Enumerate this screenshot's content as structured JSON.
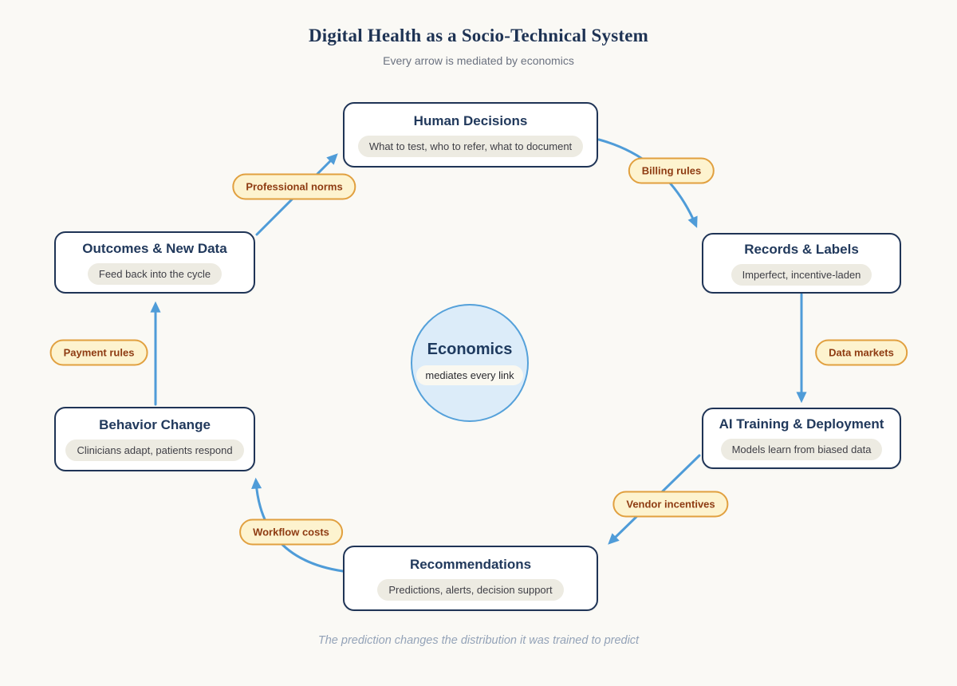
{
  "header": {
    "title": "Digital Health as a Socio-Technical System",
    "subtitle": "Every arrow is mediated by economics"
  },
  "nodes": [
    {
      "id": "human-decisions",
      "title": "Human Decisions",
      "detail": "What to test, who to refer, what to document"
    },
    {
      "id": "records-labels",
      "title": "Records & Labels",
      "detail": "Imperfect, incentive-laden"
    },
    {
      "id": "ai-training",
      "title": "AI Training & Deployment",
      "detail": "Models learn from biased data"
    },
    {
      "id": "recommendations",
      "title": "Recommendations",
      "detail": "Predictions, alerts, decision support"
    },
    {
      "id": "behavior-change",
      "title": "Behavior Change",
      "detail": "Clinicians adapt, patients respond"
    },
    {
      "id": "outcomes-new-data",
      "title": "Outcomes & New Data",
      "detail": "Feed back into the cycle"
    }
  ],
  "edges": [
    {
      "label": "Billing rules",
      "from": "human-decisions",
      "to": "records-labels"
    },
    {
      "label": "Data markets",
      "from": "records-labels",
      "to": "ai-training"
    },
    {
      "label": "Vendor incentives",
      "from": "ai-training",
      "to": "recommendations"
    },
    {
      "label": "Workflow costs",
      "from": "recommendations",
      "to": "behavior-change"
    },
    {
      "label": "Payment rules",
      "from": "behavior-change",
      "to": "outcomes-new-data"
    },
    {
      "label": "Professional norms",
      "from": "outcomes-new-data",
      "to": "human-decisions"
    }
  ],
  "center": {
    "title": "Economics",
    "subtitle": "mediates every link"
  },
  "caption": "The prediction changes the distribution it was trained to predict",
  "colors": {
    "background": "#faf9f5",
    "node_border": "#1f3456",
    "node_title": "#21395c",
    "node_pill_bg": "#edebe2",
    "arrow_blue": "#4f9cd8",
    "badge_bg": "#fdf3cf",
    "badge_border": "#e1a03f",
    "badge_text": "#8e3b12",
    "hub_fill": "#dcecf9",
    "hub_border": "#55a1da",
    "caption_text": "#94a3b8"
  }
}
